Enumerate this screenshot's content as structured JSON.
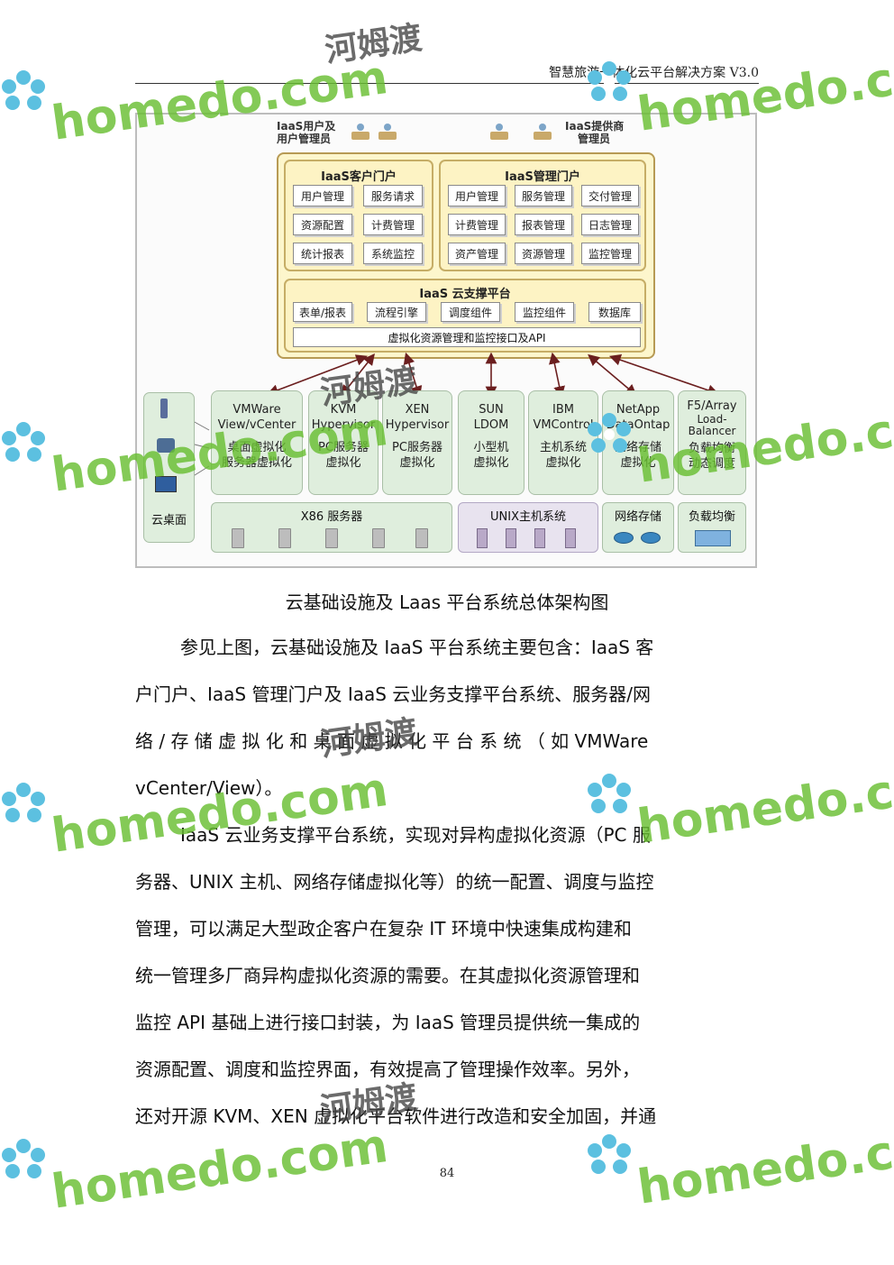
{
  "header": {
    "title": "智慧旅游一体化云平台解决方案 V3.0"
  },
  "diagram": {
    "roles": {
      "users": "IaaS用户及",
      "users2": "用户管理员",
      "providers": "IaaS提供商",
      "providers2": "管理员"
    },
    "customer_portal": {
      "title": "IaaS客户门户",
      "items": [
        "用户管理",
        "服务请求",
        "资源配置",
        "计费管理",
        "统计报表",
        "系统监控"
      ]
    },
    "admin_portal": {
      "title": "IaaS管理门户",
      "items": [
        "用户管理",
        "服务管理",
        "交付管理",
        "计费管理",
        "报表管理",
        "日志管理",
        "资产管理",
        "资源管理",
        "监控管理"
      ]
    },
    "support_platform": {
      "title": "IaaS 云支撑平台",
      "items": [
        "表单/报表",
        "流程引擎",
        "调度组件",
        "监控组件",
        "数据库"
      ],
      "api": "虚拟化资源管理和监控接口及API"
    },
    "cloud_desktop": "云桌面",
    "platforms": [
      {
        "l1": "VMWare",
        "l2": "View/vCenter",
        "l3": "桌面虚拟化",
        "l4": "服务器虚拟化"
      },
      {
        "l1": "KVM",
        "l2": "Hypervisor",
        "l3": "PC服务器",
        "l4": "虚拟化"
      },
      {
        "l1": "XEN",
        "l2": "Hypervisor",
        "l3": "PC服务器",
        "l4": "虚拟化"
      },
      {
        "l1": "SUN",
        "l2": "LDOM",
        "l3": "小型机",
        "l4": "虚拟化"
      },
      {
        "l1": "IBM",
        "l2": "VMControl",
        "l3": "主机系统",
        "l4": "虚拟化"
      },
      {
        "l1": "NetApp",
        "l2": "DataOntap",
        "l3": "网络存储",
        "l4": "虚拟化"
      },
      {
        "l1": "F5/Array",
        "l2": "Load-",
        "l2b": "Balancer",
        "l3": "负载均衡",
        "l4": "动态调度"
      }
    ],
    "resources": {
      "x86": "X86 服务器",
      "unix": "UNIX主机系统",
      "storage": "网络存储",
      "lb": "负载均衡"
    }
  },
  "caption": "云基础设施及 Laas 平台系统总体架构图",
  "paragraph1": [
    "参见上图，云基础设施及 IaaS 平台系统主要包含：IaaS 客",
    "户门户、IaaS 管理门户及 IaaS 云业务支撑平台系统、服务器/网",
    "络 / 存 储 虚 拟 化 和 桌 面 虚 拟 化 平 台 系 统 （ 如  VMWare",
    "vCenter/View）。"
  ],
  "paragraph2": [
    "IaaS 云业务支撑平台系统，实现对异构虚拟化资源（PC 服",
    "务器、UNIX 主机、网络存储虚拟化等）的统一配置、调度与监控",
    "管理，可以满足大型政企客户在复杂 IT 环境中快速集成构建和",
    "统一管理多厂商异构虚拟化资源的需要。在其虚拟化资源管理和",
    "监控 API 基础上进行接口封装，为 IaaS 管理员提供统一集成的",
    "资源配置、调度和监控界面，有效提高了管理操作效率。另外，",
    "还对开源 KVM、XEN 虚拟化平台软件进行改造和安全加固，并通"
  ],
  "page_number": "84",
  "watermark": {
    "text": "homedo.com",
    "cn": "河姆渡"
  }
}
